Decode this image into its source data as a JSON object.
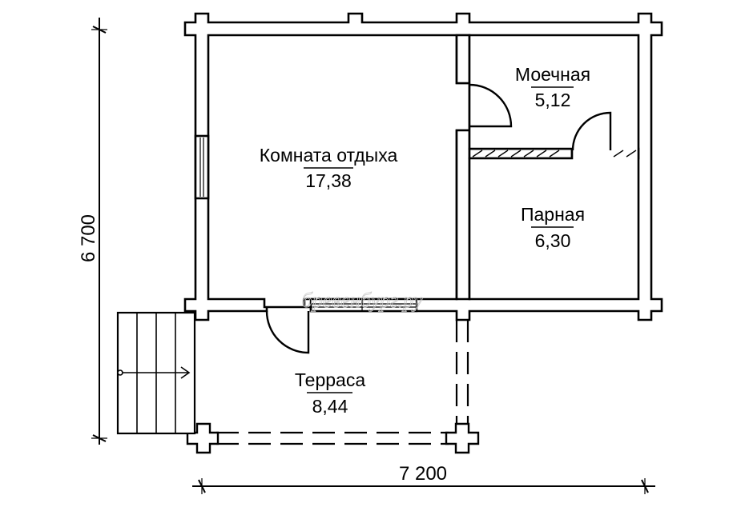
{
  "rooms": {
    "rest_room": {
      "name": "Комната отдыха",
      "area": "17,38"
    },
    "wash_room": {
      "name": "Моечная",
      "area": "5,12"
    },
    "steam_room": {
      "name": "Парная",
      "area": "6,30"
    },
    "terrace": {
      "name": "Терраса",
      "area": "8,44"
    }
  },
  "dimensions": {
    "width": "7 200",
    "height": "6 700"
  },
  "watermark": "бревенбург.ру",
  "colors": {
    "line": "#000000",
    "background": "#ffffff",
    "watermark": "#c9c9c9"
  }
}
